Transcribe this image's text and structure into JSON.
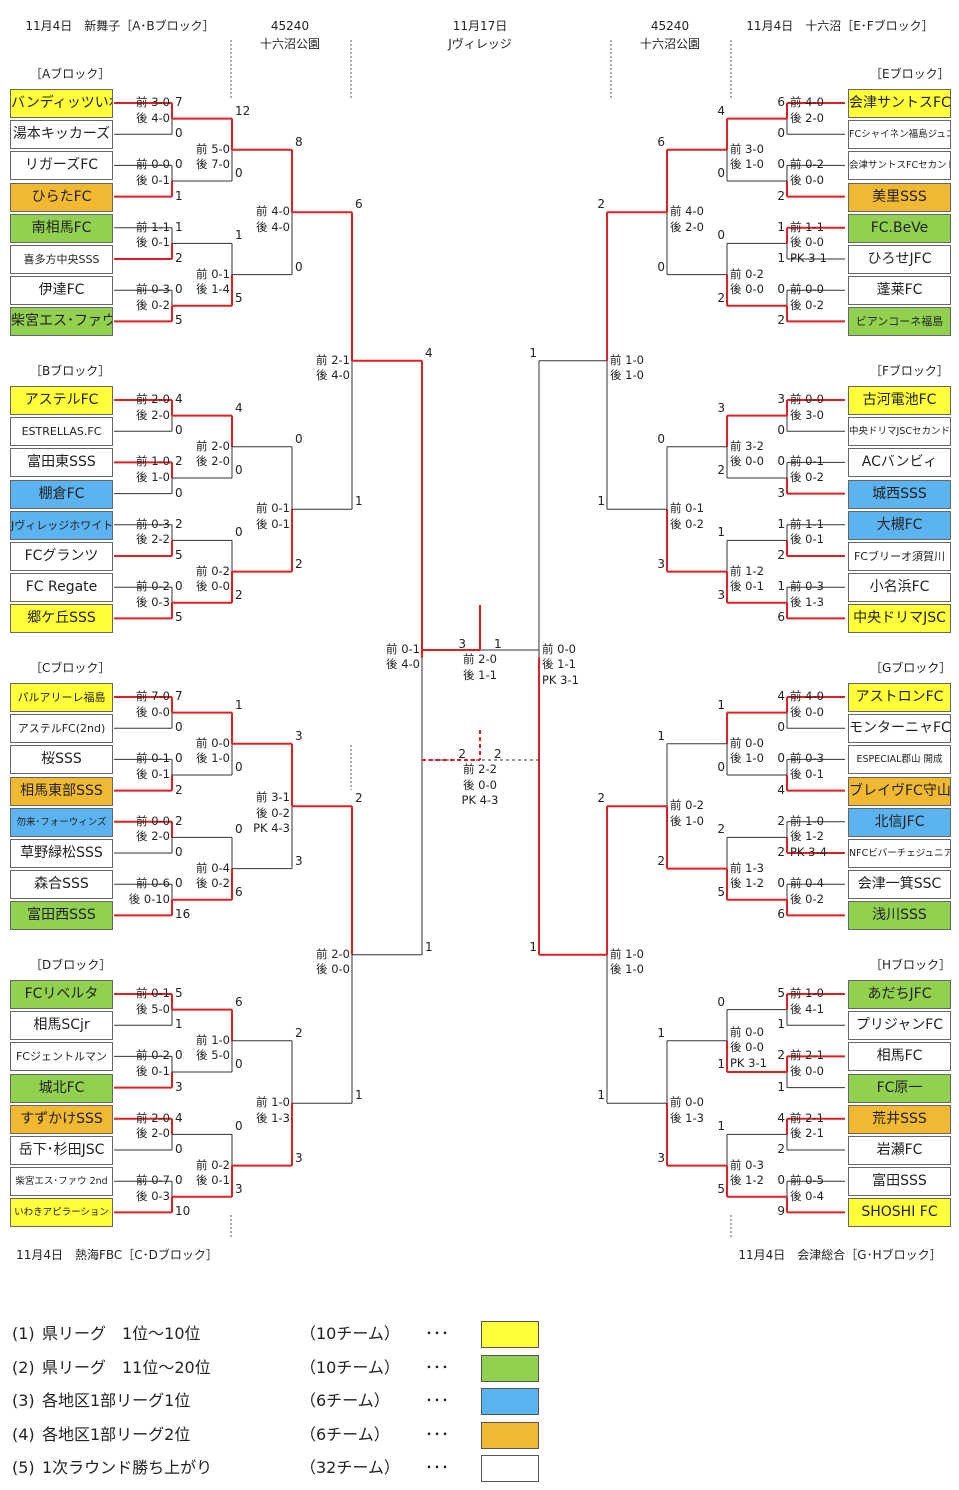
{
  "header": {
    "ab": "11月4日　新舞子［A･Bブロック］",
    "venue_left": "45240\n十六沼公園",
    "final": "11月17日\nJヴィレッジ",
    "venue_right": "45240\n十六沼公園",
    "ef": "11月4日　十六沼［E･Fブロック］",
    "cd": "11月4日　熱海FBC［C･Dブロック］",
    "gh": "11月4日　会津総合［G･Hブロック］"
  },
  "colors": {
    "c1": "#ffff3a",
    "c2": "#92d050",
    "c3": "#5bb4f0",
    "c4": "#f0b931",
    "c5": "#ffffff",
    "line": "#e02020",
    "gray": "#333333"
  },
  "left_blocks": [
    {
      "name": "［Aブロック］",
      "teams": [
        {
          "n": "バンディッツいわき",
          "c": "c1"
        },
        {
          "n": "湯本キッカーズ",
          "c": "c5"
        },
        {
          "n": "リガーズFC",
          "c": "c5"
        },
        {
          "n": "ひらたFC",
          "c": "c4"
        },
        {
          "n": "南相馬FC",
          "c": "c2"
        },
        {
          "n": "喜多方中央SSS",
          "c": "c5",
          "s": "sm"
        },
        {
          "n": "伊達FC",
          "c": "c5"
        },
        {
          "n": "柴宮エス･ファウ",
          "c": "c2"
        }
      ]
    },
    {
      "name": "［Bブロック］",
      "teams": [
        {
          "n": "アステルFC",
          "c": "c1"
        },
        {
          "n": "ESTRELLAS.FC",
          "c": "c5",
          "s": "sm"
        },
        {
          "n": "富田東SSS",
          "c": "c5"
        },
        {
          "n": "棚倉FC",
          "c": "c3"
        },
        {
          "n": "Jヴィレッジホワイト",
          "c": "c3",
          "s": "sm"
        },
        {
          "n": "FCグランツ",
          "c": "c5"
        },
        {
          "n": "FC Regate",
          "c": "c5"
        },
        {
          "n": "郷ケ丘SSS",
          "c": "c1"
        }
      ]
    },
    {
      "name": "［Cブロック］",
      "teams": [
        {
          "n": "パルアリーレ福島",
          "c": "c1",
          "s": "sm"
        },
        {
          "n": "アステルFC(2nd)",
          "c": "c5",
          "s": "sm"
        },
        {
          "n": "桜SSS",
          "c": "c5"
        },
        {
          "n": "相馬東部SSS",
          "c": "c4"
        },
        {
          "n": "勿来･フォーウィンズ",
          "c": "c3",
          "s": "xs"
        },
        {
          "n": "草野緑松SSS",
          "c": "c5"
        },
        {
          "n": "森合SSS",
          "c": "c5"
        },
        {
          "n": "富田西SSS",
          "c": "c2"
        }
      ]
    },
    {
      "name": "［Dブロック］",
      "teams": [
        {
          "n": "FCリベルタ",
          "c": "c2"
        },
        {
          "n": "相馬SCjr",
          "c": "c5"
        },
        {
          "n": "FCジェントルマン",
          "c": "c5",
          "s": "sm"
        },
        {
          "n": "城北FC",
          "c": "c2"
        },
        {
          "n": "すずかけSSS",
          "c": "c4"
        },
        {
          "n": "岳下･杉田JSC",
          "c": "c5"
        },
        {
          "n": "柴宮エス･ファウ 2nd",
          "c": "c5",
          "s": "xs"
        },
        {
          "n": "いわきアピラーション",
          "c": "c1",
          "s": "xs"
        }
      ]
    }
  ],
  "right_blocks": [
    {
      "name": "［Eブロック］",
      "teams": [
        {
          "n": "会津サントスFC",
          "c": "c1"
        },
        {
          "n": "FCシャイネン福島ジュニア",
          "c": "c5",
          "s": "xs"
        },
        {
          "n": "会津サントスFCセカンド",
          "c": "c5",
          "s": "xs"
        },
        {
          "n": "美里SSS",
          "c": "c4"
        },
        {
          "n": "FC.BeVe",
          "c": "c2"
        },
        {
          "n": "ひろせJFC",
          "c": "c5"
        },
        {
          "n": "蓬莱FC",
          "c": "c5"
        },
        {
          "n": "ビアンコーネ福島",
          "c": "c2",
          "s": "sm"
        }
      ]
    },
    {
      "name": "［Fブロック］",
      "teams": [
        {
          "n": "古河電池FC",
          "c": "c1"
        },
        {
          "n": "中央ドリマJSCセカンド",
          "c": "c5",
          "s": "xs"
        },
        {
          "n": "ACバンビィ",
          "c": "c5"
        },
        {
          "n": "城西SSS",
          "c": "c3"
        },
        {
          "n": "大槻FC",
          "c": "c3"
        },
        {
          "n": "FCブリーオ須賀川",
          "c": "c5",
          "s": "sm"
        },
        {
          "n": "小名浜FC",
          "c": "c5"
        },
        {
          "n": "中央ドリマJSC",
          "c": "c1"
        }
      ]
    },
    {
      "name": "［Gブロック］",
      "teams": [
        {
          "n": "アストロンFC",
          "c": "c1"
        },
        {
          "n": "モンターニャFC",
          "c": "c5"
        },
        {
          "n": "ESPECIAL郡山 開成",
          "c": "c5",
          "s": "xs"
        },
        {
          "n": "ブレイヴFC守山",
          "c": "c4"
        },
        {
          "n": "北信JFC",
          "c": "c3"
        },
        {
          "n": "NFCビバーチェジュニア",
          "c": "c5",
          "s": "xs"
        },
        {
          "n": "会津一箕SSC",
          "c": "c5"
        },
        {
          "n": "浅川SSS",
          "c": "c2"
        }
      ]
    },
    {
      "name": "［Hブロック］",
      "teams": [
        {
          "n": "あだちJFC",
          "c": "c2"
        },
        {
          "n": "プリジャンFC",
          "c": "c5"
        },
        {
          "n": "相馬FC",
          "c": "c5"
        },
        {
          "n": "FC原一",
          "c": "c2"
        },
        {
          "n": "荒井SSS",
          "c": "c4"
        },
        {
          "n": "岩瀬FC",
          "c": "c5"
        },
        {
          "n": "富田SSS",
          "c": "c5"
        },
        {
          "n": "SHOSHI FC",
          "c": "c1"
        }
      ]
    }
  ],
  "left_r1": [
    [
      "前 3-0\n後 4-0",
      "7",
      "0",
      0
    ],
    [
      "前 0-0\n後 0-1",
      "0",
      "1",
      1
    ],
    [
      "前 1-1\n後 0-1",
      "1",
      "2",
      1
    ],
    [
      "前 0-3\n後 0-2",
      "0",
      "5",
      1
    ],
    [
      "前 2-0\n後 2-0",
      "4",
      "0",
      0
    ],
    [
      "前 1-0\n後 1-0",
      "2",
      "0",
      0
    ],
    [
      "前 0-3\n後 2-2",
      "2",
      "5",
      1
    ],
    [
      "前 0-2\n後 0-3",
      "0",
      "5",
      1
    ],
    [
      "前 7-0\n後 0-0",
      "7",
      "0",
      0
    ],
    [
      "前 0-1\n後 0-1",
      "0",
      "2",
      1
    ],
    [
      "前 0-0\n後 2-0",
      "2",
      "0",
      0
    ],
    [
      "前 0-6\n後 0-10",
      "0",
      "16",
      1
    ],
    [
      "前 0-1\n後 5-0",
      "5",
      "1",
      0
    ],
    [
      "前 0-2\n後 0-1",
      "0",
      "3",
      1
    ],
    [
      "前 2-0\n後 2-0",
      "4",
      "0",
      0
    ],
    [
      "前 0-7\n後 0-3",
      "0",
      "10",
      1
    ]
  ],
  "left_r2": [
    [
      "前 5-0\n後 7-0",
      "12",
      "0",
      0
    ],
    [
      "前 0-1\n後 1-4",
      "1",
      "5",
      1
    ],
    [
      "前 2-0\n後 2-0",
      "4",
      "0",
      0
    ],
    [
      "前 0-2\n後 0-0",
      "0",
      "2",
      1
    ],
    [
      "前 0-0\n後 1-0",
      "1",
      "0",
      0
    ],
    [
      "前 0-4\n後 0-2",
      "0",
      "6",
      1
    ],
    [
      "前 1-0\n後 5-0",
      "6",
      "0",
      0
    ],
    [
      "前 0-2\n後 0-1",
      "0",
      "3",
      1
    ]
  ],
  "left_r3": [
    [
      "前 4-0\n後 4-0",
      "8",
      "0",
      0
    ],
    [
      "前 0-1\n後 0-1",
      "0",
      "2",
      1
    ],
    [
      "前 3-1\n後 0-2\nPK 4-3",
      "3",
      "3",
      0
    ],
    [
      "前 1-0\n後 1-3",
      "2",
      "3",
      1
    ]
  ],
  "left_r4": [
    [
      "前 2-1\n後 4-0",
      "6",
      "1",
      0
    ],
    [
      "前 2-0\n後 0-0",
      "2",
      "1",
      0
    ]
  ],
  "left_sf": [
    "前 0-1\n後 4-0",
    "4",
    "1",
    0
  ],
  "right_r1": [
    [
      "前 4-0\n後 2-0",
      "6",
      "0",
      0
    ],
    [
      "前 0-2\n後 0-0",
      "0",
      "2",
      1
    ],
    [
      "前 1-1\n後 0-0\nPK 3-1",
      "1",
      "1",
      0
    ],
    [
      "前 0-0\n後 0-2",
      "0",
      "2",
      1
    ],
    [
      "前 0-0\n後 3-0",
      "3",
      "0",
      0
    ],
    [
      "前 0-1\n後 0-2",
      "0",
      "3",
      1
    ],
    [
      "前 1-1\n後 0-1",
      "1",
      "2",
      1
    ],
    [
      "前 0-3\n後 1-3",
      "1",
      "6",
      1
    ],
    [
      "前 4-0\n後 0-0",
      "4",
      "0",
      0
    ],
    [
      "前 0-3\n後 0-1",
      "0",
      "4",
      1
    ],
    [
      "前 1-0\n後 1-2\nPK 3-4",
      "2",
      "2",
      1
    ],
    [
      "前 0-4\n後 0-2",
      "0",
      "6",
      1
    ],
    [
      "前 1-0\n後 4-1",
      "5",
      "1",
      0
    ],
    [
      "前 2-1\n後 0-0",
      "2",
      "1",
      0
    ],
    [
      "前 2-1\n後 2-1",
      "4",
      "2",
      0
    ],
    [
      "前 0-5\n後 0-4",
      "0",
      "9",
      1
    ]
  ],
  "right_r2": [
    [
      "前 3-0\n後 1-0",
      "4",
      "0",
      0
    ],
    [
      "前 0-2\n後 0-0",
      "0",
      "2",
      1
    ],
    [
      "前 3-2\n後 0-0",
      "3",
      "2",
      0
    ],
    [
      "前 1-2\n後 0-1",
      "1",
      "3",
      1
    ],
    [
      "前 0-0\n後 1-0",
      "1",
      "0",
      0
    ],
    [
      "前 1-3\n後 1-2",
      "2",
      "5",
      1
    ],
    [
      "前 0-0\n後 0-0\nPK 3-1",
      "0",
      "1",
      1
    ],
    [
      "前 0-3\n後 1-2",
      "1",
      "5",
      1
    ]
  ],
  "right_r3": [
    [
      "前 4-0\n後 2-0",
      "6",
      "0",
      0
    ],
    [
      "前 0-1\n後 0-2",
      "0",
      "3",
      1
    ],
    [
      "前 0-2\n後 1-0",
      "1",
      "2",
      1
    ],
    [
      "前 0-0\n後 1-3",
      "1",
      "3",
      1
    ]
  ],
  "right_r4": [
    [
      "前 1-0\n後 1-0",
      "2",
      "1",
      0
    ],
    [
      "前 1-0\n後 1-0",
      "2",
      "1",
      0
    ]
  ],
  "right_sf": [
    "前 0-0\n後 1-1\nPK 3-1",
    "1",
    "1",
    1
  ],
  "final": {
    "upper": "前 2-0\n後 1-1",
    "upper_l": "3",
    "upper_r": "1",
    "lower": "前 2-2\n後 0-0\nPK 4-3",
    "lower_l": "2",
    "lower_r": "2"
  },
  "legend": [
    {
      "num": "(1)",
      "desc": "県リーグ　1位〜10位",
      "count": "（10チーム）",
      "dots": "･･･",
      "c": "c1"
    },
    {
      "num": "(2)",
      "desc": "県リーグ　11位〜20位",
      "count": "（10チーム）",
      "dots": "･･･",
      "c": "c2"
    },
    {
      "num": "(3)",
      "desc": "各地区1部リーグ1位",
      "count": "（6チーム）",
      "dots": "･･･",
      "c": "c3"
    },
    {
      "num": "(4)",
      "desc": "各地区1部リーグ2位",
      "count": "（6チーム）",
      "dots": "･･･",
      "c": "c4"
    },
    {
      "num": "(5)",
      "desc": "1次ラウンド勝ち上がり",
      "count": "（32チーム）",
      "dots": "･･･",
      "c": "c5"
    }
  ]
}
